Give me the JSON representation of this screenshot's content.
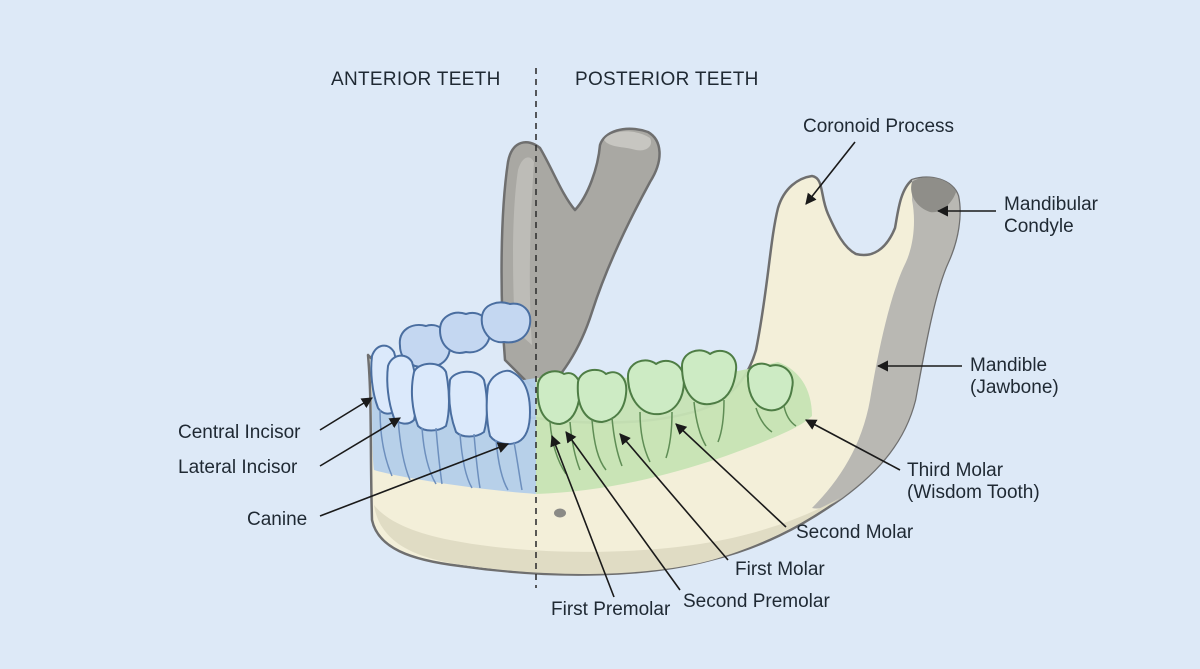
{
  "headers": {
    "anterior": "ANTERIOR TEETH",
    "posterior": "POSTERIOR TEETH"
  },
  "labels": {
    "coronoid_process": "Coronoid Process",
    "mandibular_condyle_1": "Mandibular",
    "mandibular_condyle_2": "Condyle",
    "mandible_1": "Mandible",
    "mandible_2": "(Jawbone)",
    "third_molar_1": "Third Molar",
    "third_molar_2": "(Wisdom Tooth)",
    "second_molar": "Second Molar",
    "first_molar": "First Molar",
    "second_premolar": "Second Premolar",
    "first_premolar": "First Premolar",
    "central_incisor": "Central Incisor",
    "lateral_incisor": "Lateral Incisor",
    "canine": "Canine"
  },
  "colors": {
    "background": "#dde9f7",
    "mandible": "#f3efd9",
    "bone_shadow": "#a9a8a3",
    "anterior_region": "#b3cdea",
    "posterior_region": "#c6e3b4",
    "anterior_tooth": "#dbe9fb",
    "posterior_tooth": "#cdebc4"
  }
}
